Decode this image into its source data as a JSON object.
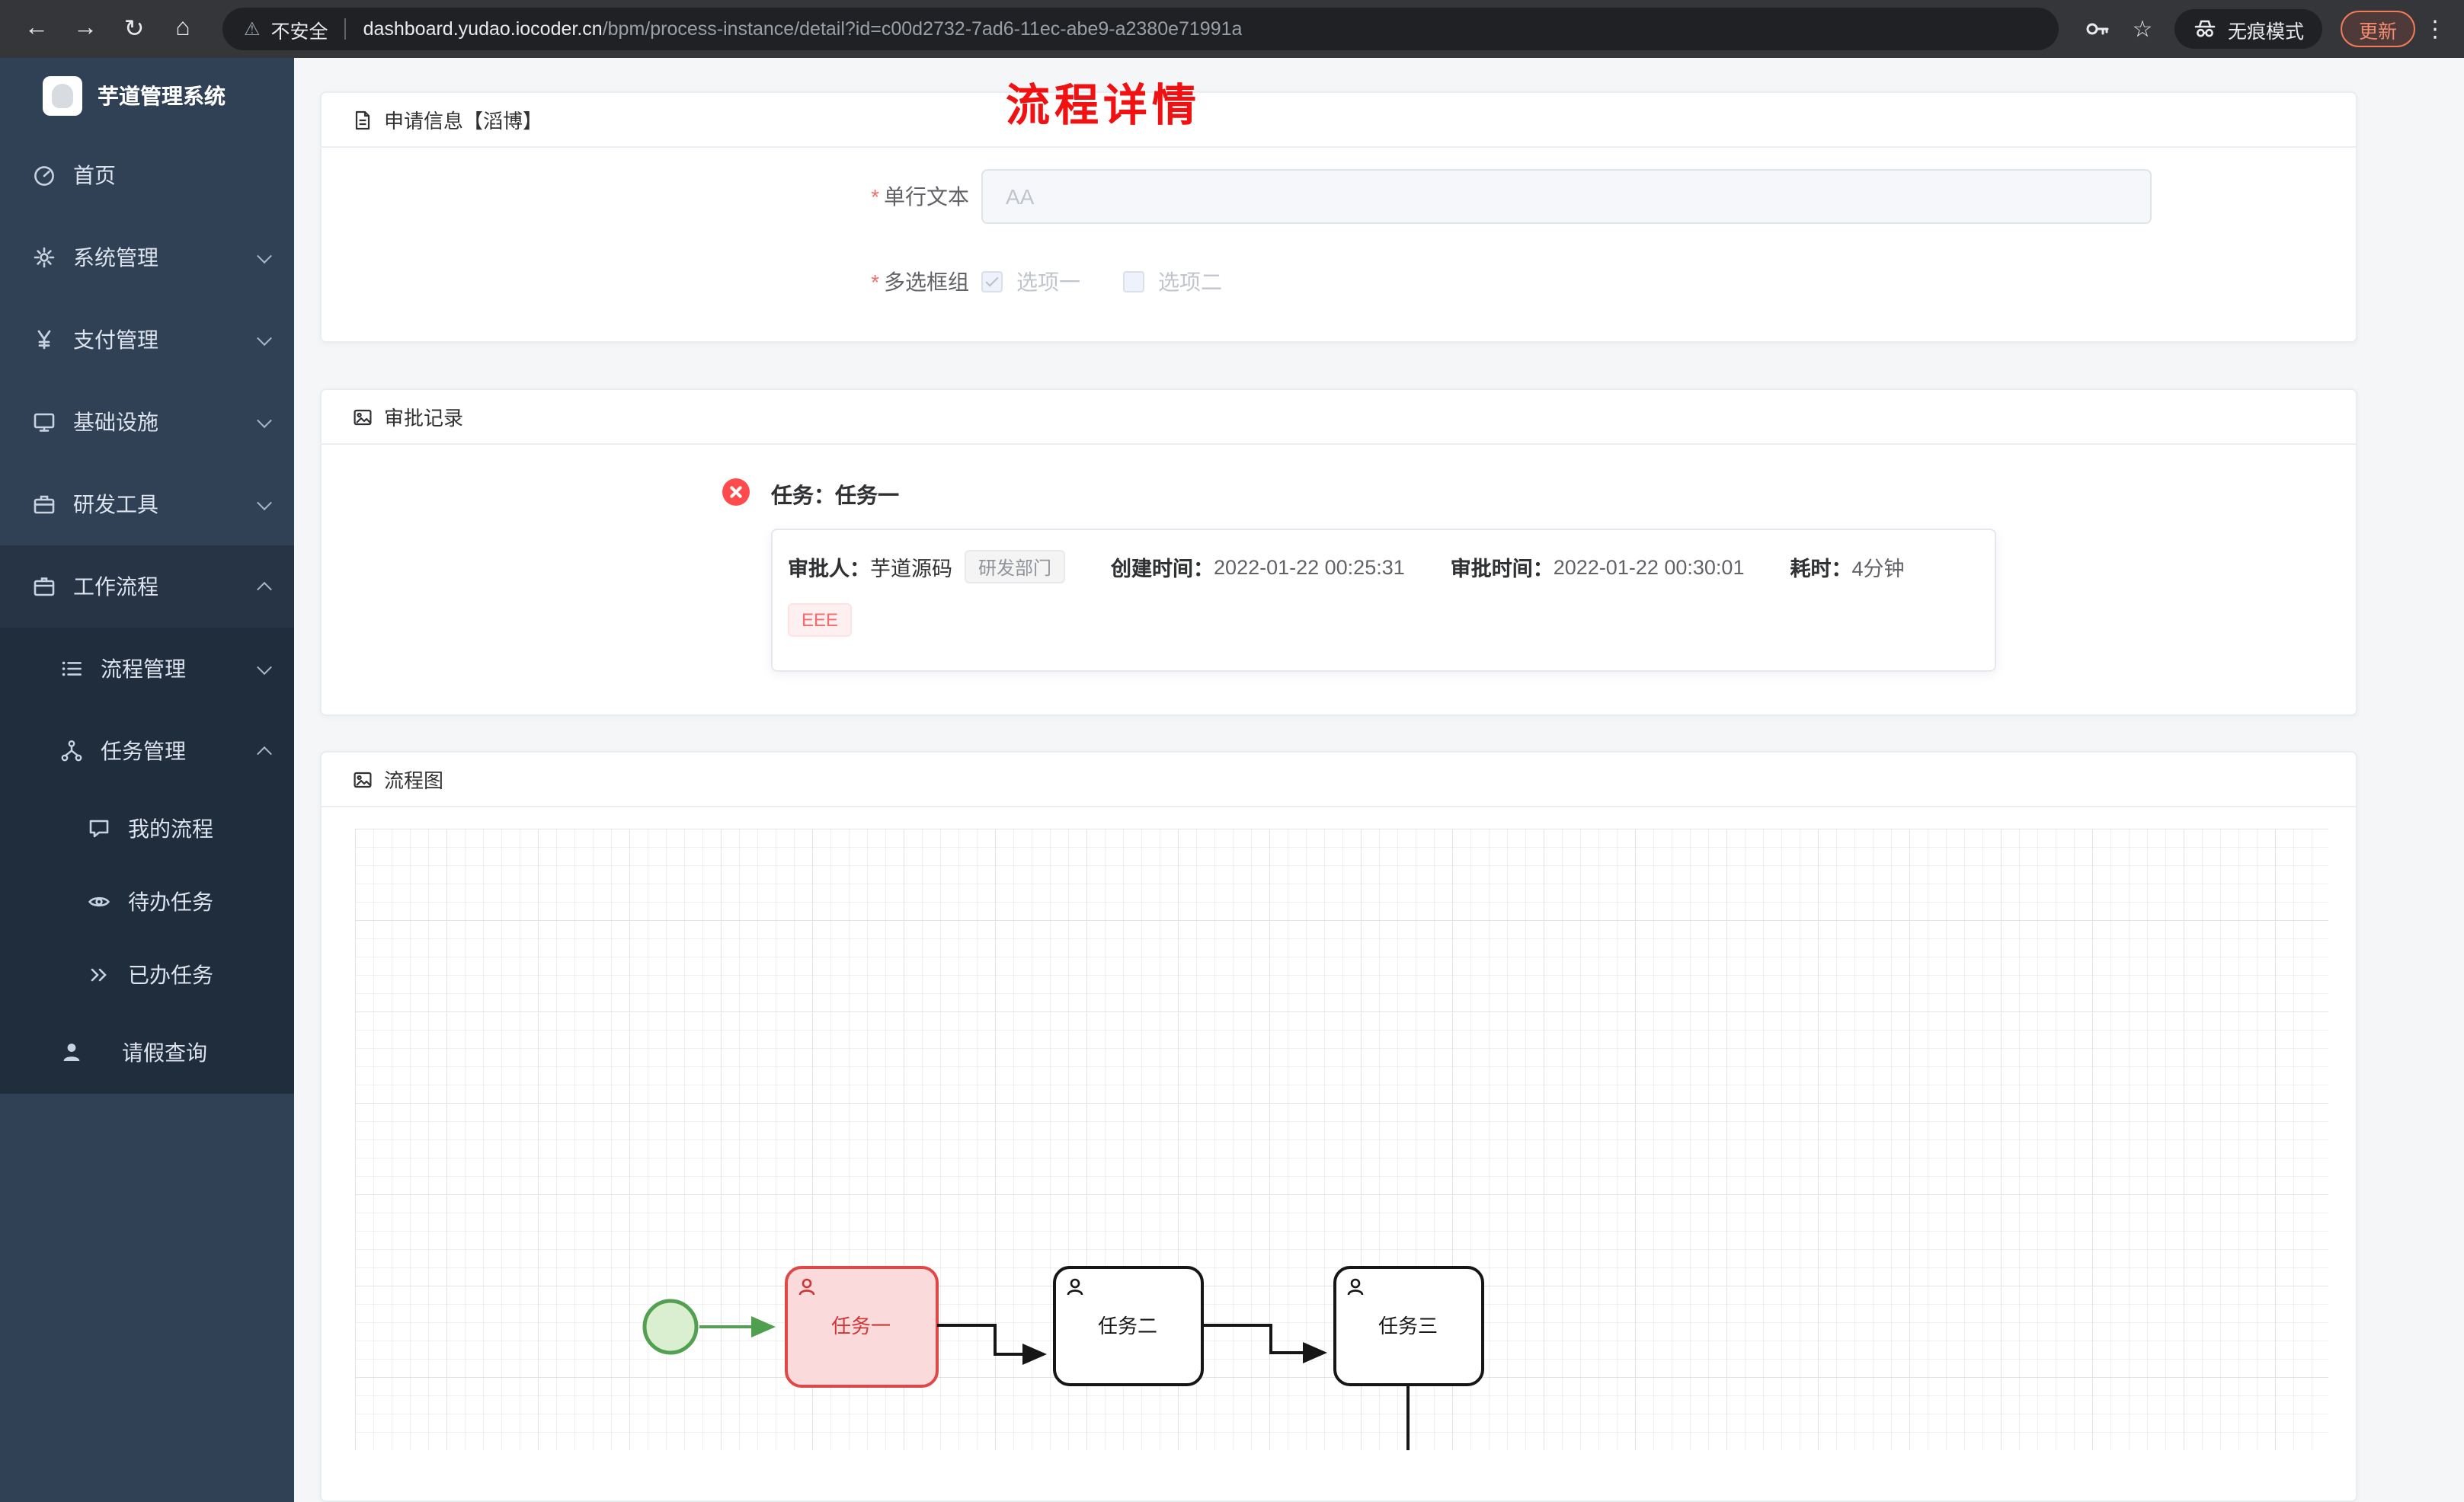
{
  "browser": {
    "security_label": "不安全",
    "url_domain": "dashboard.yudao.iocoder.cn",
    "url_path": "/bpm/process-instance/detail?id=c00d2732-7ad6-11ec-abe9-a2380e71991a",
    "incognito_label": "无痕模式",
    "update_label": "更新"
  },
  "sidebar": {
    "app_title": "芋道管理系统",
    "items": [
      {
        "label": "首页",
        "icon": "gauge-icon"
      },
      {
        "label": "系统管理",
        "icon": "gear-icon"
      },
      {
        "label": "支付管理",
        "icon": "yen-icon"
      },
      {
        "label": "基础设施",
        "icon": "monitor-icon"
      },
      {
        "label": "研发工具",
        "icon": "toolbox-icon"
      },
      {
        "label": "工作流程",
        "icon": "briefcase-icon"
      },
      {
        "label": "流程管理",
        "icon": "list-icon"
      },
      {
        "label": "任务管理",
        "icon": "branch-icon"
      },
      {
        "label": "我的流程",
        "icon": "message-icon"
      },
      {
        "label": "待办任务",
        "icon": "eye-icon"
      },
      {
        "label": "已办任务",
        "icon": "double-chevron-icon"
      },
      {
        "label": "请假查询",
        "icon": "user-icon"
      }
    ]
  },
  "page": {
    "title": "流程详情",
    "required_mark": "*"
  },
  "apply_card": {
    "header": "申请信息【滔博】",
    "text_field": {
      "label": "单行文本",
      "value": "AA"
    },
    "checkbox_field": {
      "label": "多选框组",
      "options": [
        {
          "label": "选项一",
          "checked": true
        },
        {
          "label": "选项二",
          "checked": false
        }
      ]
    }
  },
  "approval_card": {
    "header": "审批记录",
    "task_title": "任务：任务一",
    "approver_label": "审批人：",
    "approver_name": "芋道源码",
    "dept_tag": "研发部门",
    "created_label": "创建时间：",
    "created_time": "2022-01-22 00:25:31",
    "approved_label": "审批时间：",
    "approved_time": "2022-01-22 00:30:01",
    "duration_label": "耗时：",
    "duration_value": "4分钟",
    "result_tag": "EEE"
  },
  "diagram_card": {
    "header": "流程图",
    "nodes": [
      {
        "label": "任务一",
        "status": "rejected"
      },
      {
        "label": "任务二",
        "status": "pending"
      },
      {
        "label": "任务三",
        "status": "pending"
      }
    ]
  }
}
